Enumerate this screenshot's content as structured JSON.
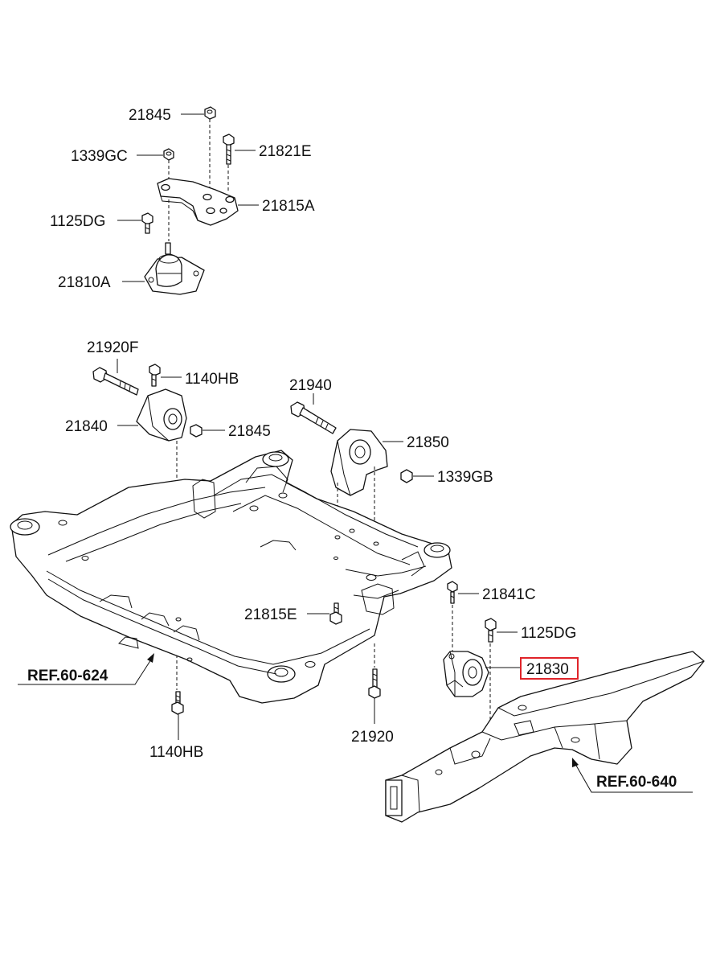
{
  "labels": {
    "p21845_top": "21845",
    "p21821E": "21821E",
    "p1339GC": "1339GC",
    "p21815A": "21815A",
    "p1125DG_top": "1125DG",
    "p21810A": "21810A",
    "p21920F": "21920F",
    "p1140HB_top": "1140HB",
    "p21940": "21940",
    "p21840": "21840",
    "p21845_mid": "21845",
    "p21850": "21850",
    "p1339GB": "1339GB",
    "p21841C": "21841C",
    "p21815E": "21815E",
    "p1125DG_right": "1125DG",
    "p21830": "21830",
    "ref_60_624": "REF.60-624",
    "p1140HB_bottom": "1140HB",
    "p21920": "21920",
    "ref_60_640": "REF.60-640"
  },
  "highlight": {
    "part": "21830",
    "color": "#e0242a"
  }
}
